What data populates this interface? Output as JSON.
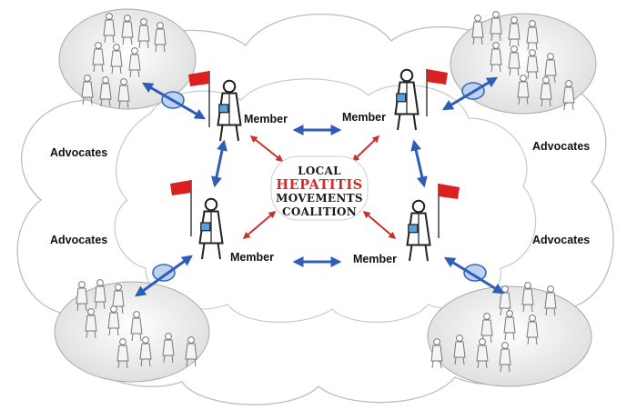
{
  "coalition": {
    "line1": "LOCAL",
    "line2": "HEPATITIS",
    "line3": "MOVEMENTS",
    "line4": "COALITION"
  },
  "members": [
    "Member",
    "Member",
    "Member",
    "Member"
  ],
  "advocates": [
    "Advocates",
    "Advocates",
    "Advocates",
    "Advocates"
  ],
  "colors": {
    "arrow_blue": "#2e5db7",
    "arrow_red": "#c8322e",
    "flag_red": "#d92121",
    "hepatitis_red": "#d62a25"
  }
}
